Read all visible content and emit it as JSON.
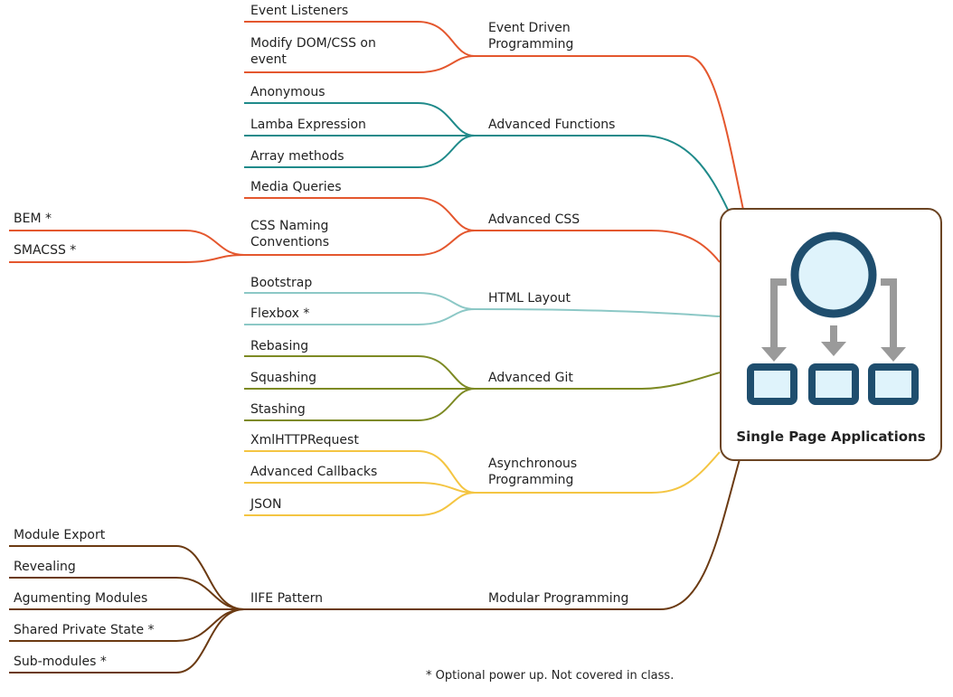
{
  "root": {
    "title": "Single Page Applications",
    "icon": "single-page-app-icon"
  },
  "branches": [
    {
      "name": "Event Driven Programming",
      "color": "#e4572e",
      "items": [
        {
          "label": "Event Listeners"
        },
        {
          "label": "Modify DOM/CSS on event"
        }
      ]
    },
    {
      "name": "Advanced Functions",
      "color": "#1f8a8a",
      "items": [
        {
          "label": "Anonymous"
        },
        {
          "label": "Lamba Expression"
        },
        {
          "label": "Array methods"
        }
      ]
    },
    {
      "name": "Advanced CSS",
      "color": "#e4572e",
      "items": [
        {
          "label": "Media Queries"
        },
        {
          "label": "CSS Naming Conventions",
          "children": [
            {
              "label": "BEM *"
            },
            {
              "label": "SMACSS *"
            }
          ]
        }
      ]
    },
    {
      "name": "HTML Layout",
      "color": "#8cc8c6",
      "items": [
        {
          "label": "Bootstrap"
        },
        {
          "label": "Flexbox *"
        }
      ]
    },
    {
      "name": "Advanced Git",
      "color": "#7d8a24",
      "items": [
        {
          "label": "Rebasing"
        },
        {
          "label": "Squashing"
        },
        {
          "label": "Stashing"
        }
      ]
    },
    {
      "name": "Asynchronous Programming",
      "color": "#f4c542",
      "items": [
        {
          "label": "XmlHTTPRequest"
        },
        {
          "label": "Advanced Callbacks"
        },
        {
          "label": "JSON"
        }
      ]
    },
    {
      "name": "Modular Programming",
      "color": "#6b3a12",
      "items": [
        {
          "label": "IIFE Pattern",
          "children": [
            {
              "label": "Module Export"
            },
            {
              "label": "Revealing"
            },
            {
              "label": "Agumenting Modules"
            },
            {
              "label": "Shared Private State *"
            },
            {
              "label": "Sub-modules *"
            }
          ]
        }
      ]
    }
  ],
  "footnote": "* Optional power up. Not covered in class.",
  "colors": {
    "box_border": "#6b4423",
    "icon_dark": "#1f4e6e",
    "icon_fill": "#dff3fb",
    "arrow": "#9a9a9a"
  }
}
